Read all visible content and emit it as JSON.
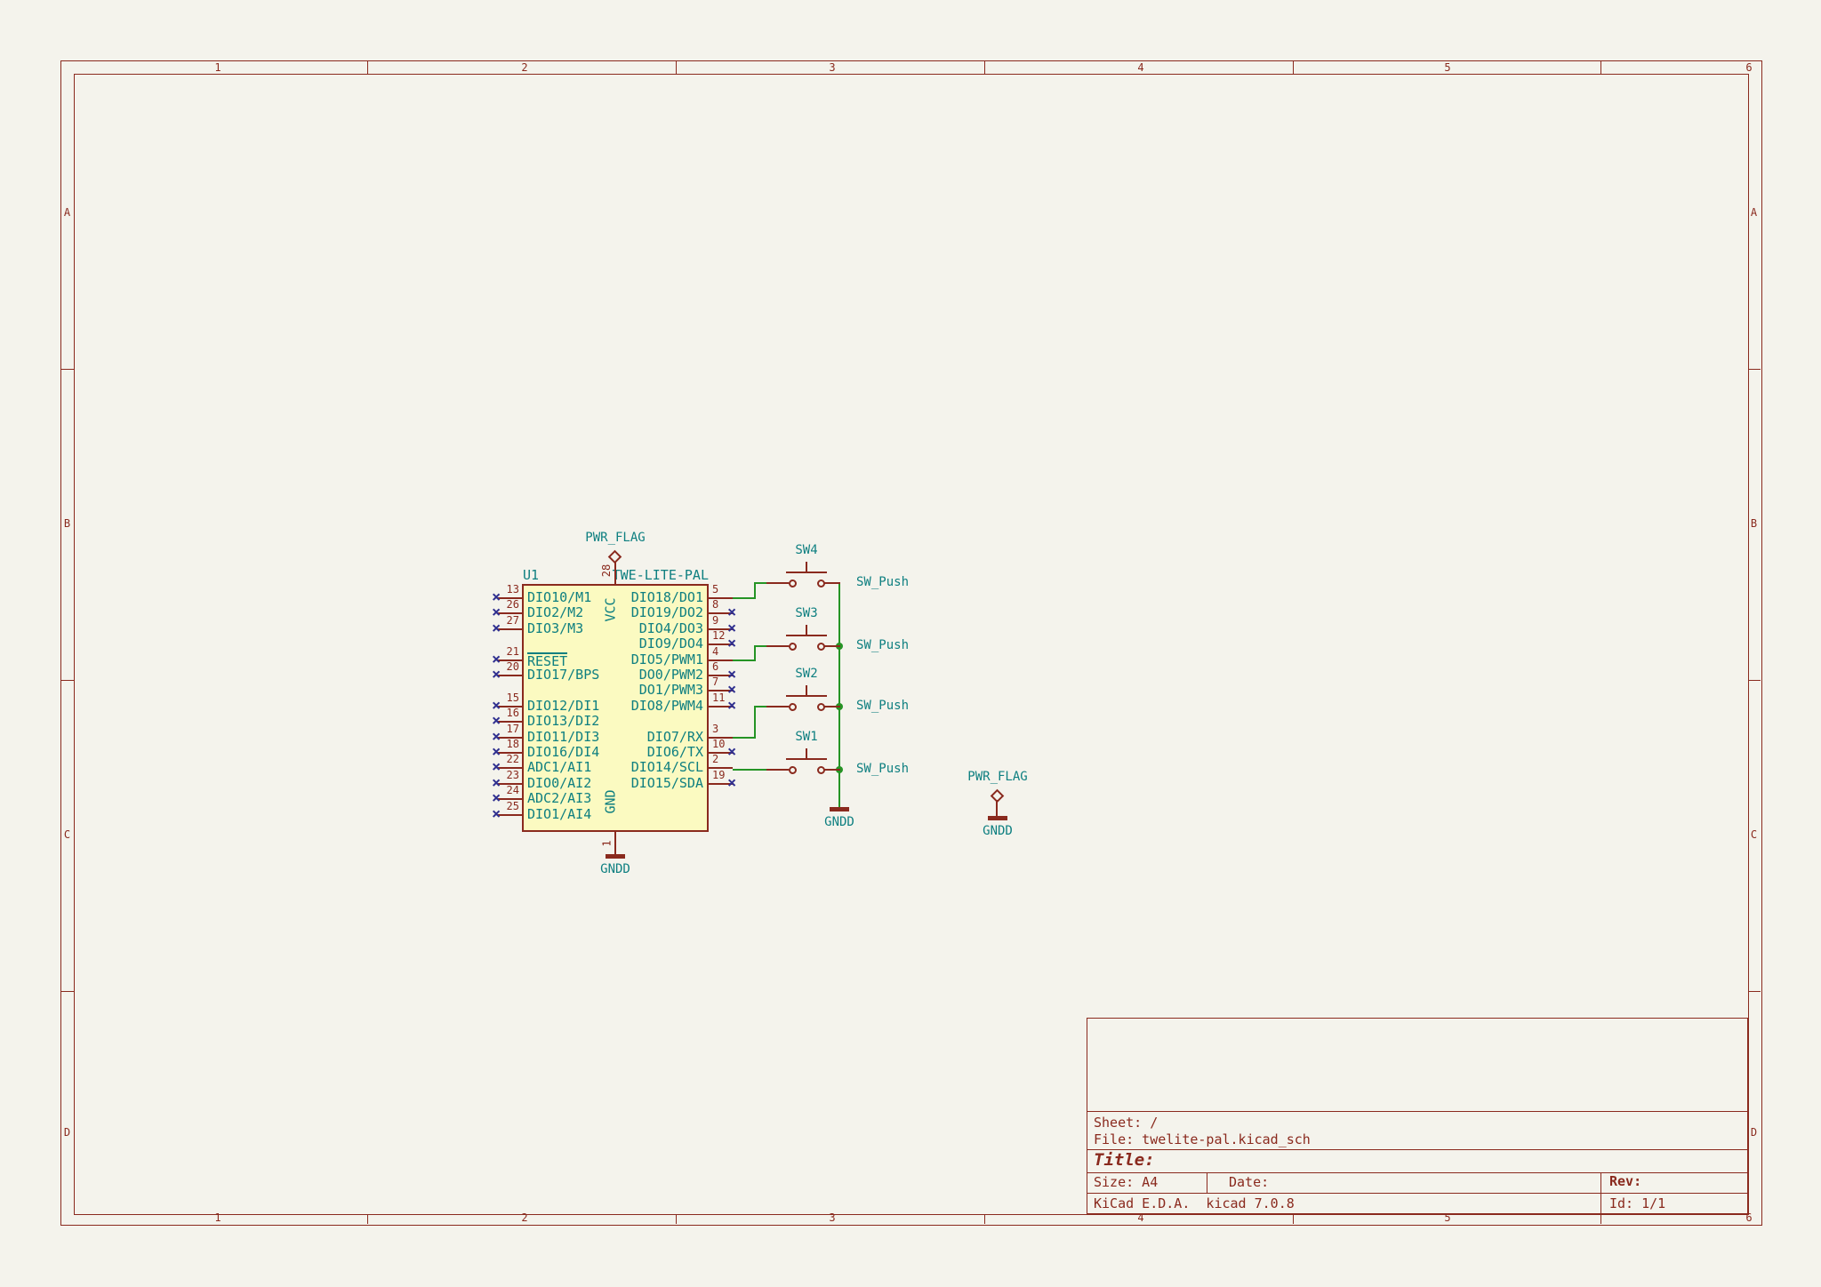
{
  "colors": {
    "sheet_background": "#f4f3ec",
    "frame_and_symbol_outline": "#8a2a1e",
    "symbol_fill": "#fbfac1",
    "wire_green": "#259425",
    "pin_name_teal": "#0e7f80",
    "no_connect_blue": "#2f2f8f"
  },
  "icons": {
    "no_connect": "×"
  },
  "sheet": {
    "zones_columns": [
      "1",
      "2",
      "3",
      "4",
      "5",
      "6"
    ],
    "zones_rows": [
      "A",
      "B",
      "C",
      "D"
    ]
  },
  "title_block": {
    "sheet_label": "Sheet: /",
    "file_label": "File: twelite-pal.kicad_sch",
    "title_label": "Title:",
    "size_label": "Size: A4",
    "date_label": "Date:",
    "rev_label": "Rev:",
    "generator": "KiCad E.D.A.  kicad 7.0.8",
    "id_label": "Id: 1/1"
  },
  "ic": {
    "reference": "U1",
    "value": "TWE-LITE-PAL",
    "vcc_pin": {
      "number": "28",
      "name": "VCC"
    },
    "gnd_pin": {
      "number": "1",
      "name": "GND"
    },
    "left_pins": [
      {
        "number": "13",
        "name": "DIO10/M1"
      },
      {
        "number": "26",
        "name": "DIO2/M2"
      },
      {
        "number": "27",
        "name": "DIO3/M3"
      },
      {
        "number": "21",
        "name": "RESET"
      },
      {
        "number": "20",
        "name": "DIO17/BPS"
      },
      {
        "number": "15",
        "name": "DIO12/DI1"
      },
      {
        "number": "16",
        "name": "DIO13/DI2"
      },
      {
        "number": "17",
        "name": "DIO11/DI3"
      },
      {
        "number": "18",
        "name": "DIO16/DI4"
      },
      {
        "number": "22",
        "name": "ADC1/AI1"
      },
      {
        "number": "23",
        "name": "DIO0/AI2"
      },
      {
        "number": "24",
        "name": "ADC2/AI3"
      },
      {
        "number": "25",
        "name": "DIO1/AI4"
      }
    ],
    "right_pins": [
      {
        "number": "5",
        "name": "DIO18/DO1"
      },
      {
        "number": "8",
        "name": "DIO19/DO2"
      },
      {
        "number": "9",
        "name": "DIO4/DO3"
      },
      {
        "number": "12",
        "name": "DIO9/DO4"
      },
      {
        "number": "4",
        "name": "DIO5/PWM1"
      },
      {
        "number": "6",
        "name": "DO0/PWM2"
      },
      {
        "number": "7",
        "name": "DO1/PWM3"
      },
      {
        "number": "11",
        "name": "DIO8/PWM4"
      },
      {
        "number": "3",
        "name": "DIO7/RX"
      },
      {
        "number": "10",
        "name": "DIO6/TX"
      },
      {
        "number": "2",
        "name": "DIO14/SCL"
      },
      {
        "number": "19",
        "name": "DIO15/SDA"
      }
    ]
  },
  "switches": [
    {
      "reference": "SW4",
      "value": "SW_Push"
    },
    {
      "reference": "SW3",
      "value": "SW_Push"
    },
    {
      "reference": "SW2",
      "value": "SW_Push"
    },
    {
      "reference": "SW1",
      "value": "SW_Push"
    }
  ],
  "power": {
    "pwr_flag": "PWR_FLAG",
    "gndd": "GNDD"
  }
}
